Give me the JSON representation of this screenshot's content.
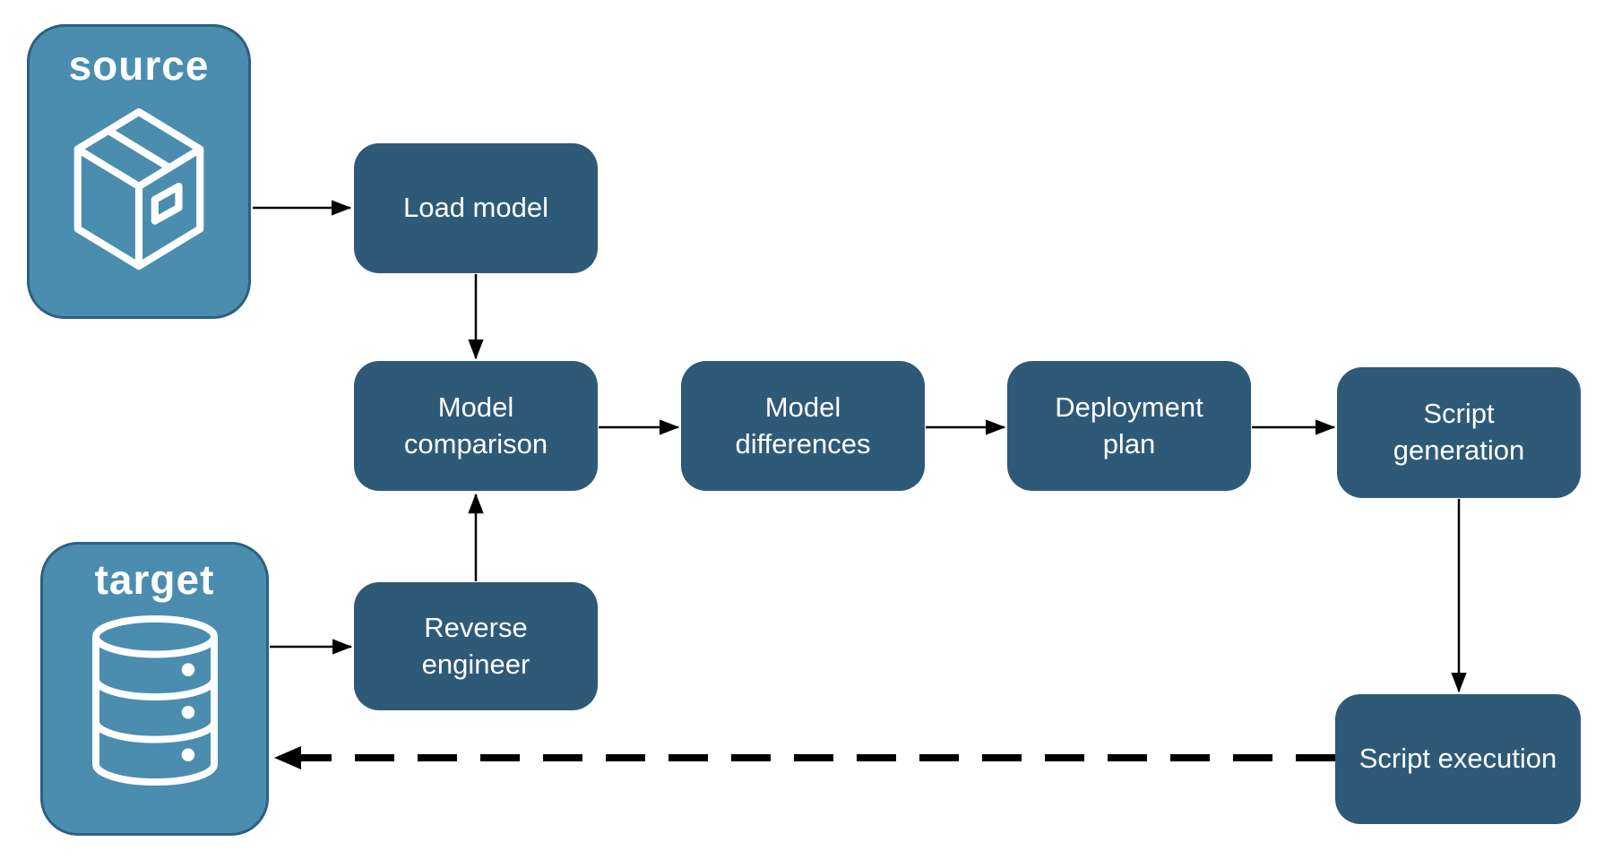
{
  "diagram": {
    "title": "schema comparison deployment pipeline",
    "source": {
      "label": "source",
      "icon": "package-icon"
    },
    "target": {
      "label": "target",
      "icon": "database-icon"
    },
    "nodes": {
      "load_model": {
        "label": "Load model"
      },
      "model_comparison": {
        "label": "Model comparison"
      },
      "model_differences": {
        "label": "Model differences"
      },
      "deployment_plan": {
        "label": "Deployment plan"
      },
      "script_generation": {
        "label": "Script generation"
      },
      "reverse_engineer": {
        "label": "Reverse engineer"
      },
      "script_execution": {
        "label": "Script execution"
      }
    },
    "edges": [
      {
        "from": "source",
        "to": "load_model",
        "style": "solid"
      },
      {
        "from": "load_model",
        "to": "model_comparison",
        "style": "solid"
      },
      {
        "from": "model_comparison",
        "to": "model_differences",
        "style": "solid"
      },
      {
        "from": "model_differences",
        "to": "deployment_plan",
        "style": "solid"
      },
      {
        "from": "deployment_plan",
        "to": "script_generation",
        "style": "solid"
      },
      {
        "from": "script_generation",
        "to": "script_execution",
        "style": "solid"
      },
      {
        "from": "target",
        "to": "reverse_engineer",
        "style": "solid"
      },
      {
        "from": "reverse_engineer",
        "to": "model_comparison",
        "style": "solid"
      },
      {
        "from": "script_execution",
        "to": "target",
        "style": "dashed"
      }
    ],
    "colors": {
      "endpoint_fill": "#4A8DAF",
      "endpoint_border": "#2C6081",
      "node_fill": "#2E5A78",
      "arrow": "#000000",
      "text": "#FFFFFF",
      "background": "#FFFFFF"
    }
  }
}
